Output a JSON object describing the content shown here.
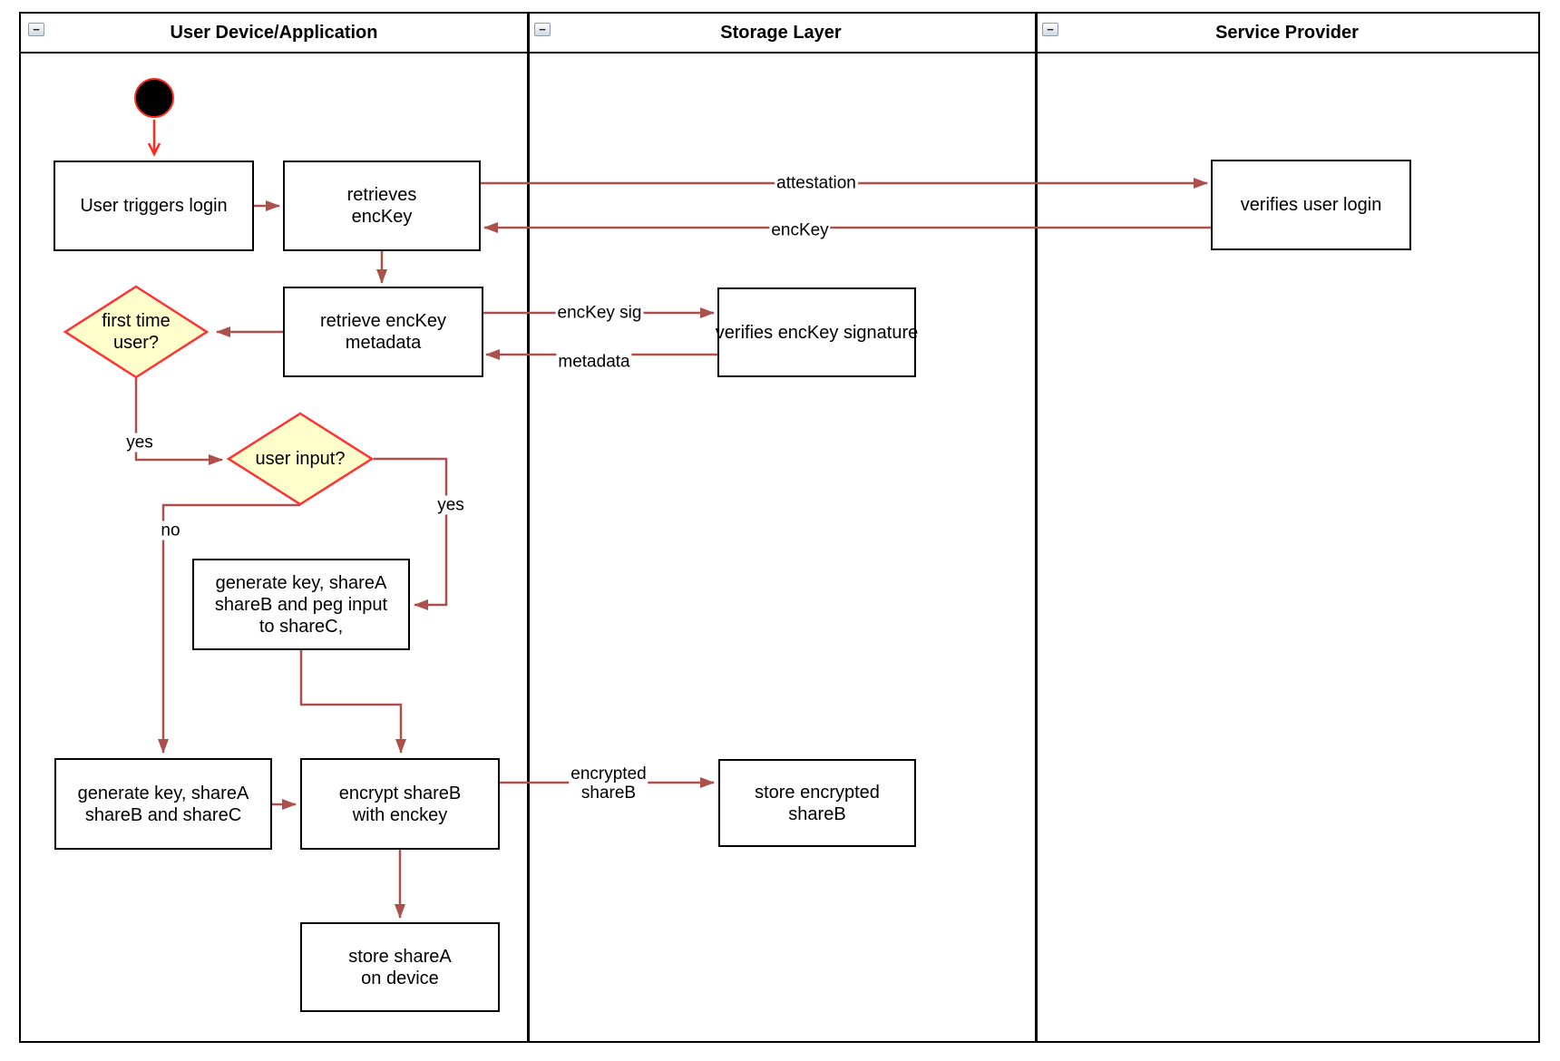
{
  "diagram": {
    "lanes": [
      {
        "id": "user-device",
        "title": "User Device/Application"
      },
      {
        "id": "storage-layer",
        "title": "Storage Layer"
      },
      {
        "id": "service-provider",
        "title": "Service Provider"
      }
    ],
    "collapse_glyph": "−",
    "nodes": {
      "user_triggers_login": {
        "label": "User triggers login"
      },
      "retrieves_enckey": {
        "label": "retrieves\nencKey"
      },
      "verifies_user_login": {
        "label": "verifies user login"
      },
      "retrieve_enckey_metadata": {
        "label": "retrieve encKey\nmetadata"
      },
      "verifies_enckey_signature": {
        "label": "verifies encKey signature"
      },
      "generate_key_peg_input": {
        "label": "generate key, shareA\nshareB and peg input\nto shareC,"
      },
      "generate_key_sharec": {
        "label": "generate key, shareA\nshareB and shareC"
      },
      "encrypt_shareb": {
        "label": "encrypt shareB\nwith enckey"
      },
      "store_encrypted_shareb": {
        "label": "store encrypted\nshareB"
      },
      "store_sharea": {
        "label": "store shareA\non device"
      }
    },
    "decisions": {
      "first_time_user": {
        "label": "first time\nuser?"
      },
      "user_input": {
        "label": "user input?"
      }
    },
    "edge_labels": {
      "attestation": "attestation",
      "enckey": "encKey",
      "enckey_sig": "encKey sig",
      "metadata": "metadata",
      "yes_first_time": "yes",
      "yes_user_input": "yes",
      "no_user_input": "no",
      "encrypted_shareb": "encrypted\nshareB"
    },
    "colors": {
      "edge": "#A9514A",
      "start_edge": "#FF291C",
      "decision_fill": "#FFFFCC",
      "decision_stroke": "#FF3333",
      "node_border": "#000000",
      "node_fill": "#FFFFFF",
      "start_fill": "#000000"
    }
  }
}
